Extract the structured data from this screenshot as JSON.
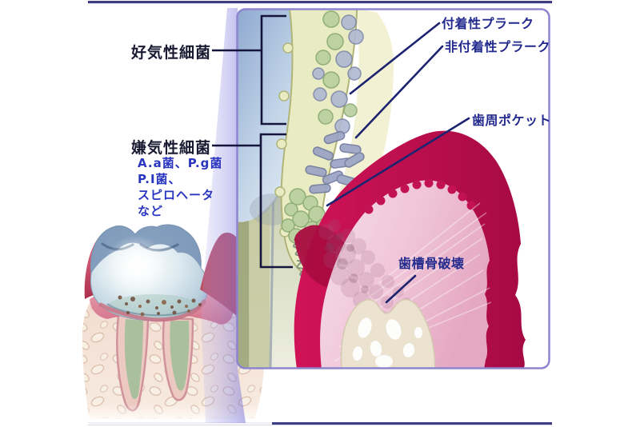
{
  "diagram": {
    "left_annotations": {
      "aerobic_heading": "好気性細菌",
      "anaerobic_heading": "嫌気性細菌",
      "anaerobic_examples": [
        "A.a菌、P.g菌",
        "P.I菌、",
        "スピロヘータ",
        "など"
      ]
    },
    "callouts": {
      "adherent_plaque": "付着性プラーク",
      "non_adherent_plaque": "非付着性プラーク",
      "periodontal_pocket": "歯周ポケット",
      "alveolar_bone_destruction": "歯槽骨破壊"
    },
    "colors": {
      "heading_text": "#1a1a33",
      "example_text": "#2a35c0",
      "callout_text": "#232a8e",
      "connector_line": "#1c2370",
      "frame_rule": "#3d3d85",
      "panel_border": "#8d85d0",
      "zoom_beam": "#7b74d8",
      "enamel_blue": "#9db4d8",
      "plaque_band": "#e9ecc2",
      "gum_crimson": "#c60e50",
      "gum_pink": "#eebbd1",
      "alveolar_bone_cream": "#ebe3cf",
      "jaw_bone_pink": "#f1d8ce"
    }
  }
}
